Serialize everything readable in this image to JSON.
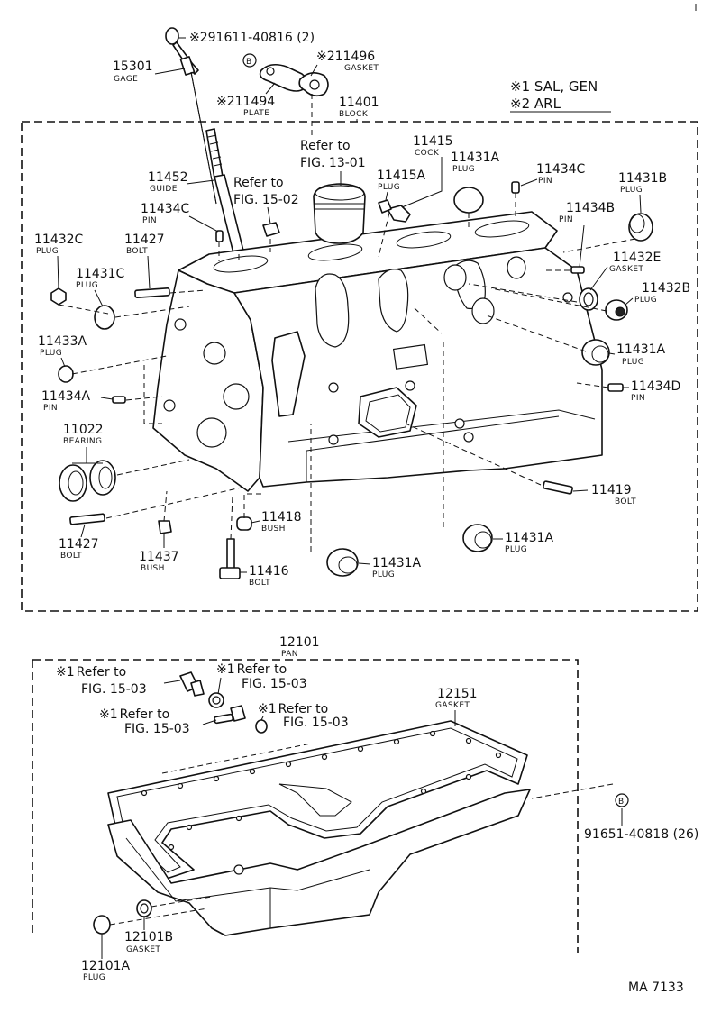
{
  "legend": {
    "item1": {
      "mark": "※1",
      "text": "SAL, GEN"
    },
    "item2": {
      "mark": "※2",
      "text": "ARL"
    }
  },
  "top_labels": {
    "p91611": {
      "mark": "※2",
      "num": "91611-40816 (2)"
    },
    "p15301": {
      "num": "15301",
      "name": "GAGE"
    },
    "p11496": {
      "mark": "※2",
      "num": "11496",
      "name": "GASKET"
    },
    "p11494": {
      "mark": "※2",
      "num": "11494",
      "name": "PLATE"
    },
    "p11401": {
      "num": "11401",
      "name": "BLOCK"
    },
    "circle_b": "B"
  },
  "block_labels": {
    "ref1301": {
      "line1": "Refer to",
      "line2": "FIG. 13-01"
    },
    "ref1502": {
      "line1": "Refer to",
      "line2": "FIG. 15-02"
    },
    "p11415": {
      "num": "11415",
      "name": "COCK"
    },
    "p11415A": {
      "num": "11415A",
      "name": "PLUG"
    },
    "p11431A_top": {
      "num": "11431A",
      "name": "PLUG"
    },
    "p11434C_top": {
      "num": "11434C",
      "name": "PIN"
    },
    "p11431B": {
      "num": "11431B",
      "name": "PLUG"
    },
    "p11452": {
      "num": "11452",
      "name": "GUIDE"
    },
    "p11434C_left": {
      "num": "11434C",
      "name": "PIN"
    },
    "p11434B": {
      "num": "11434B",
      "name": "PIN"
    },
    "p11432C": {
      "num": "11432C",
      "name": "PLUG"
    },
    "p11427_top": {
      "num": "11427",
      "name": "BOLT"
    },
    "p11432E": {
      "num": "11432E",
      "name": "GASKET"
    },
    "p11431C": {
      "num": "11431C",
      "name": "PLUG"
    },
    "p11432B": {
      "num": "11432B",
      "name": "PLUG"
    },
    "p11433A": {
      "num": "11433A",
      "name": "PLUG"
    },
    "p11431A_right": {
      "num": "11431A",
      "name": "PLUG"
    },
    "p11434A": {
      "num": "11434A",
      "name": "PIN"
    },
    "p11434D": {
      "num": "11434D",
      "name": "PIN"
    },
    "p11022": {
      "num": "11022",
      "name": "BEARING"
    },
    "p11419": {
      "num": "11419",
      "name": "BOLT"
    },
    "p11418": {
      "num": "11418",
      "name": "BUSH"
    },
    "p11431A_lowright": {
      "num": "11431A",
      "name": "PLUG"
    },
    "p11427_bottom": {
      "num": "11427",
      "name": "BOLT"
    },
    "p11437": {
      "num": "11437",
      "name": "BUSH"
    },
    "p11416": {
      "num": "11416",
      "name": "BOLT"
    },
    "p11431A_bottom": {
      "num": "11431A",
      "name": "PLUG"
    }
  },
  "pan_labels": {
    "p12101": {
      "num": "12101",
      "name": "PAN"
    },
    "refA": {
      "mark": "※1",
      "line1": "Refer to",
      "line2": "FIG. 15-03"
    },
    "refB": {
      "mark": "※1",
      "line1": "Refer to",
      "line2": "FIG. 15-03"
    },
    "refC": {
      "mark": "※1",
      "line1": "Refer to",
      "line2": "FIG. 15-03"
    },
    "refD": {
      "mark": "※1",
      "line1": "Refer to",
      "line2": "FIG. 15-03"
    },
    "p12151": {
      "num": "12151",
      "name": "GASKET"
    },
    "p91651": {
      "num": "91651-40818 (26)"
    },
    "circle_b": "B",
    "p12101B": {
      "num": "12101B",
      "name": "GASKET"
    },
    "p12101A": {
      "num": "12101A",
      "name": "PLUG"
    }
  },
  "figure_code": "MA 7133"
}
